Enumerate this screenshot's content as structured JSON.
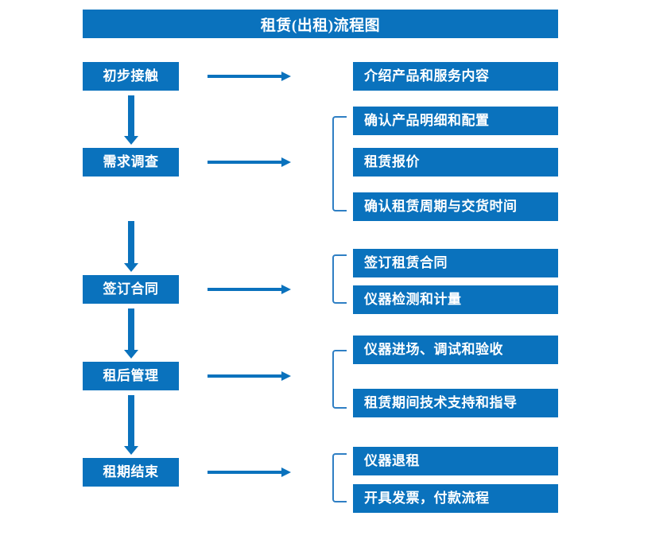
{
  "title": "租赁(出租)流程图",
  "colors": {
    "box_blue": "#0a72bd",
    "bracket_blue": "#2f7fc4",
    "text_white": "#ffffff",
    "background": "#ffffff"
  },
  "stages": [
    {
      "label": "初步接触"
    },
    {
      "label": "需求调查"
    },
    {
      "label": "签订合同"
    },
    {
      "label": "租后管理"
    },
    {
      "label": "租期结束"
    }
  ],
  "details": [
    {
      "label": "介绍产品和服务内容"
    },
    {
      "label": "确认产品明细和配置"
    },
    {
      "label": "租赁报价"
    },
    {
      "label": "确认租赁周期与交货时间"
    },
    {
      "label": "签订租赁合同"
    },
    {
      "label": "仪器检测和计量"
    },
    {
      "label": "仪器进场、调试和验收"
    },
    {
      "label": "租赁期间技术支持和指导"
    },
    {
      "label": "仪器退租"
    },
    {
      "label": "开具发票，付款流程"
    }
  ],
  "connectors": {
    "horizontal_arrow_name": "stage-to-detail-arrow",
    "vertical_arrow_name": "stage-flow-arrow",
    "bracket_name": "detail-group-bracket"
  }
}
